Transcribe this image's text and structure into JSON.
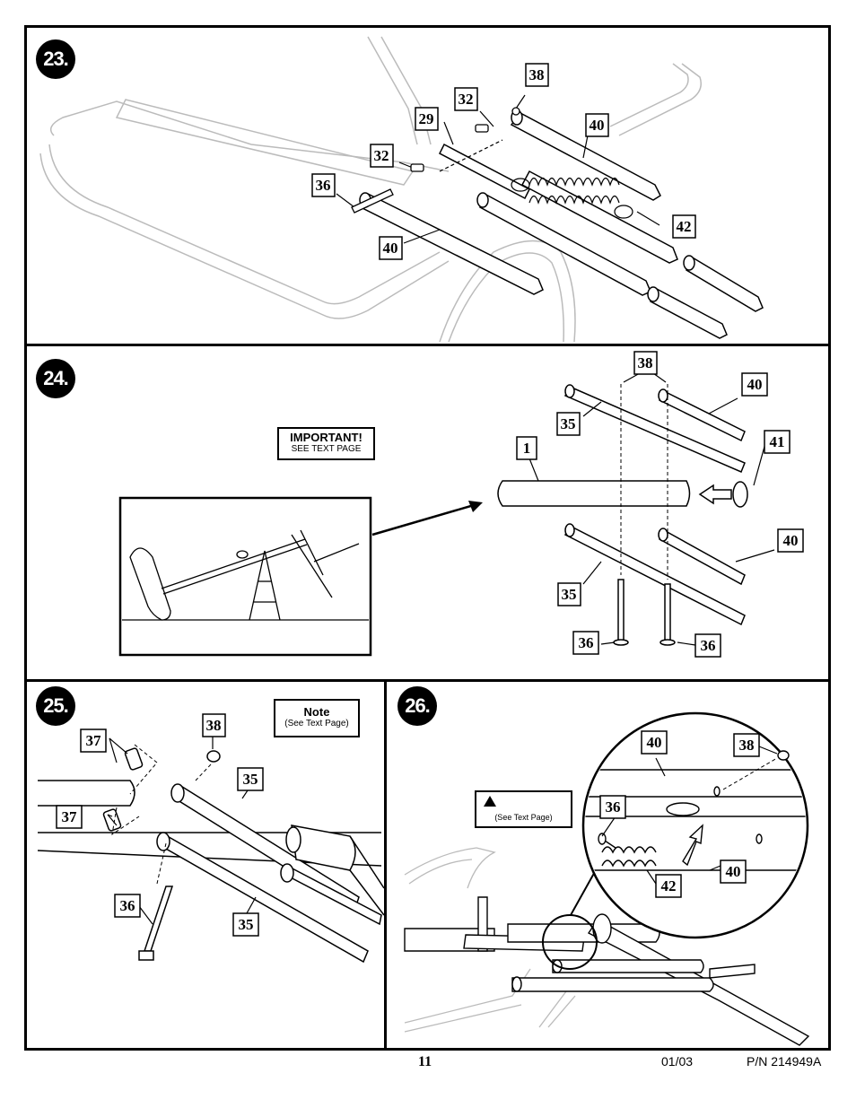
{
  "steps": {
    "s23": "23.",
    "s24": "24.",
    "s25": "25.",
    "s26": "26."
  },
  "callouts": {
    "important_title": "IMPORTANT!",
    "important_sub": "SEE TEXT PAGE",
    "note_title": "Note",
    "note_sub": "(See Text Page)",
    "warning_icon": "warning-triangle-icon",
    "warning_sub": "(See Text Page)"
  },
  "labels": {
    "p23": {
      "a": "38",
      "b": "32",
      "c": "40",
      "d": "29",
      "e": "32",
      "f": "36",
      "g": "42",
      "h": "40"
    },
    "p24": {
      "a": "38",
      "b": "40",
      "c": "35",
      "d": "41",
      "e": "1",
      "f": "40",
      "g": "35",
      "h": "36",
      "i": "36"
    },
    "p25": {
      "a": "38",
      "b": "37",
      "c": "35",
      "d": "37",
      "e": "36",
      "f": "35"
    },
    "p26": {
      "a": "40",
      "b": "38",
      "c": "36",
      "d": "40",
      "e": "42"
    }
  },
  "footer": {
    "page": "11",
    "date": "01/03",
    "part_number": "P/N 214949A"
  }
}
